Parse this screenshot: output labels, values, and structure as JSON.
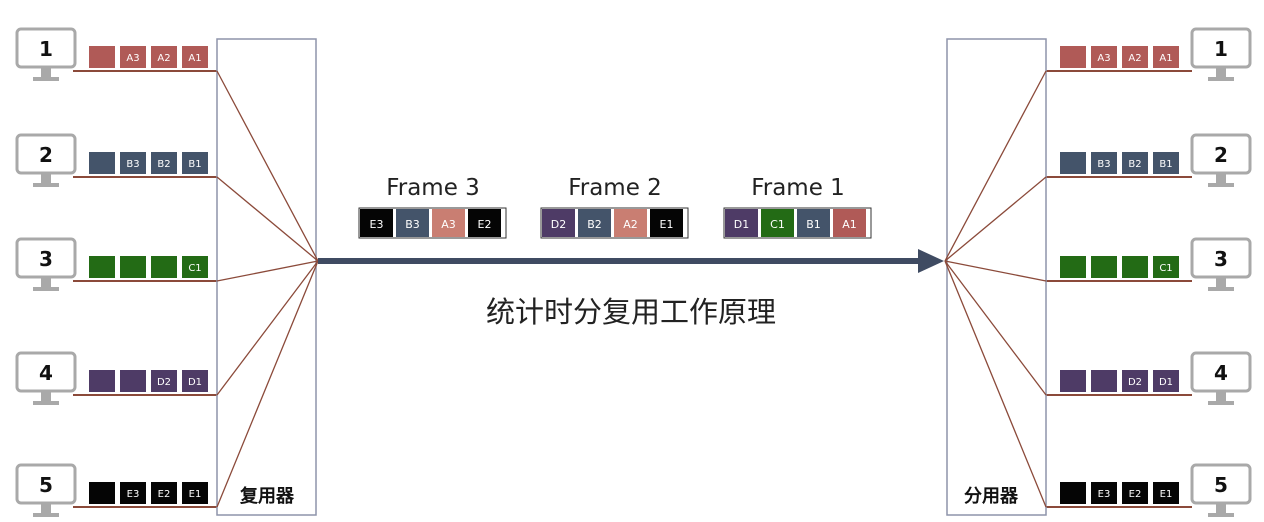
{
  "title": "统计时分复用工作原理",
  "mux_label": "复用器",
  "demux_label": "分用器",
  "colors": {
    "A": "#b05a57",
    "A_light": "#c97e72",
    "B": "#44546a",
    "C": "#236b15",
    "D": "#4e3b66",
    "E": "#050505",
    "line": "#8b4a3a",
    "trunk": "#3f4b62",
    "box_border": "#8e94aa",
    "monitor": "#a9a9a9"
  },
  "stations": [
    {
      "label": "1",
      "color": "A",
      "slots": [
        "",
        "A3",
        "A2",
        "A1"
      ]
    },
    {
      "label": "2",
      "color": "B",
      "slots": [
        "",
        "B3",
        "B2",
        "B1"
      ]
    },
    {
      "label": "3",
      "color": "C",
      "slots": [
        "",
        "",
        "",
        "C1"
      ]
    },
    {
      "label": "4",
      "color": "D",
      "slots": [
        "",
        "",
        "D2",
        "D1"
      ]
    },
    {
      "label": "5",
      "color": "E",
      "slots": [
        "",
        "E3",
        "E2",
        "E1"
      ]
    }
  ],
  "frames": [
    {
      "label": "Frame 3",
      "slots": [
        {
          "text": "E3",
          "color": "E"
        },
        {
          "text": "B3",
          "color": "B"
        },
        {
          "text": "A3",
          "color": "A_light"
        },
        {
          "text": "E2",
          "color": "E"
        }
      ]
    },
    {
      "label": "Frame 2",
      "slots": [
        {
          "text": "D2",
          "color": "D"
        },
        {
          "text": "B2",
          "color": "B"
        },
        {
          "text": "A2",
          "color": "A_light"
        },
        {
          "text": "E1",
          "color": "E"
        }
      ]
    },
    {
      "label": "Frame 1",
      "slots": [
        {
          "text": "D1",
          "color": "D"
        },
        {
          "text": "C1",
          "color": "C"
        },
        {
          "text": "B1",
          "color": "B"
        },
        {
          "text": "A1",
          "color": "A"
        }
      ]
    }
  ]
}
